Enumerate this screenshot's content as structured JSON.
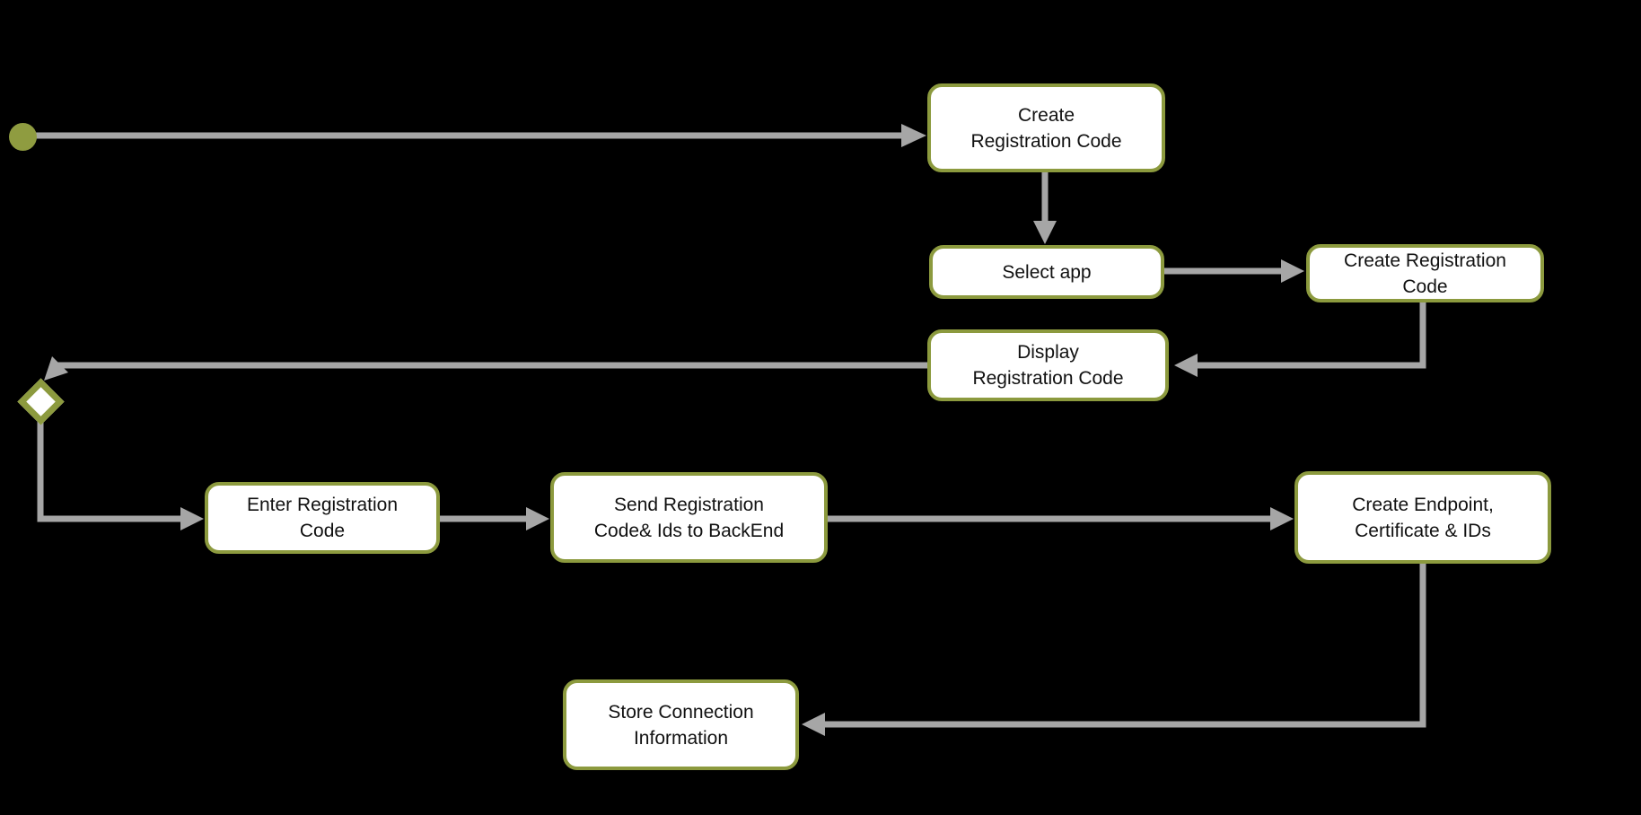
{
  "colors": {
    "background": "#000000",
    "node_fill": "#FFFFFF",
    "node_border_olive": "#8C9A3E",
    "start_circle_olive": "#8F9C40",
    "connector_gray": "#A6A6A6",
    "text": "#111111"
  },
  "diagram": {
    "type": "flowchart",
    "nodes": [
      {
        "id": "start",
        "shape": "circle"
      },
      {
        "id": "create-registration-code-1",
        "shape": "rounded-rect",
        "lines": [
          "Create",
          "Registration Code"
        ]
      },
      {
        "id": "select-app",
        "shape": "rounded-rect",
        "lines": [
          "Select app"
        ]
      },
      {
        "id": "create-registration-code-2",
        "shape": "rounded-rect",
        "lines": [
          "Create Registration",
          "Code"
        ]
      },
      {
        "id": "display-registration-code",
        "shape": "rounded-rect",
        "lines": [
          "Display",
          "Registration Code"
        ]
      },
      {
        "id": "decision",
        "shape": "diamond"
      },
      {
        "id": "enter-registration-code",
        "shape": "rounded-rect",
        "lines": [
          "Enter Registration",
          "Code"
        ]
      },
      {
        "id": "send-registration-code",
        "shape": "rounded-rect",
        "lines": [
          "Send Registration",
          "Code& Ids to BackEnd"
        ]
      },
      {
        "id": "create-endpoint",
        "shape": "rounded-rect",
        "lines": [
          "Create Endpoint,",
          "Certificate  & IDs"
        ]
      },
      {
        "id": "store-connection-information",
        "shape": "rounded-rect",
        "lines": [
          "Store Connection",
          "Information"
        ]
      }
    ],
    "edges": [
      {
        "from": "start",
        "to": "create-registration-code-1"
      },
      {
        "from": "create-registration-code-1",
        "to": "select-app"
      },
      {
        "from": "select-app",
        "to": "create-registration-code-2"
      },
      {
        "from": "create-registration-code-2",
        "to": "display-registration-code"
      },
      {
        "from": "display-registration-code",
        "to": "decision"
      },
      {
        "from": "decision",
        "to": "enter-registration-code"
      },
      {
        "from": "enter-registration-code",
        "to": "send-registration-code"
      },
      {
        "from": "send-registration-code",
        "to": "create-endpoint"
      },
      {
        "from": "create-endpoint",
        "to": "store-connection-information"
      }
    ]
  }
}
